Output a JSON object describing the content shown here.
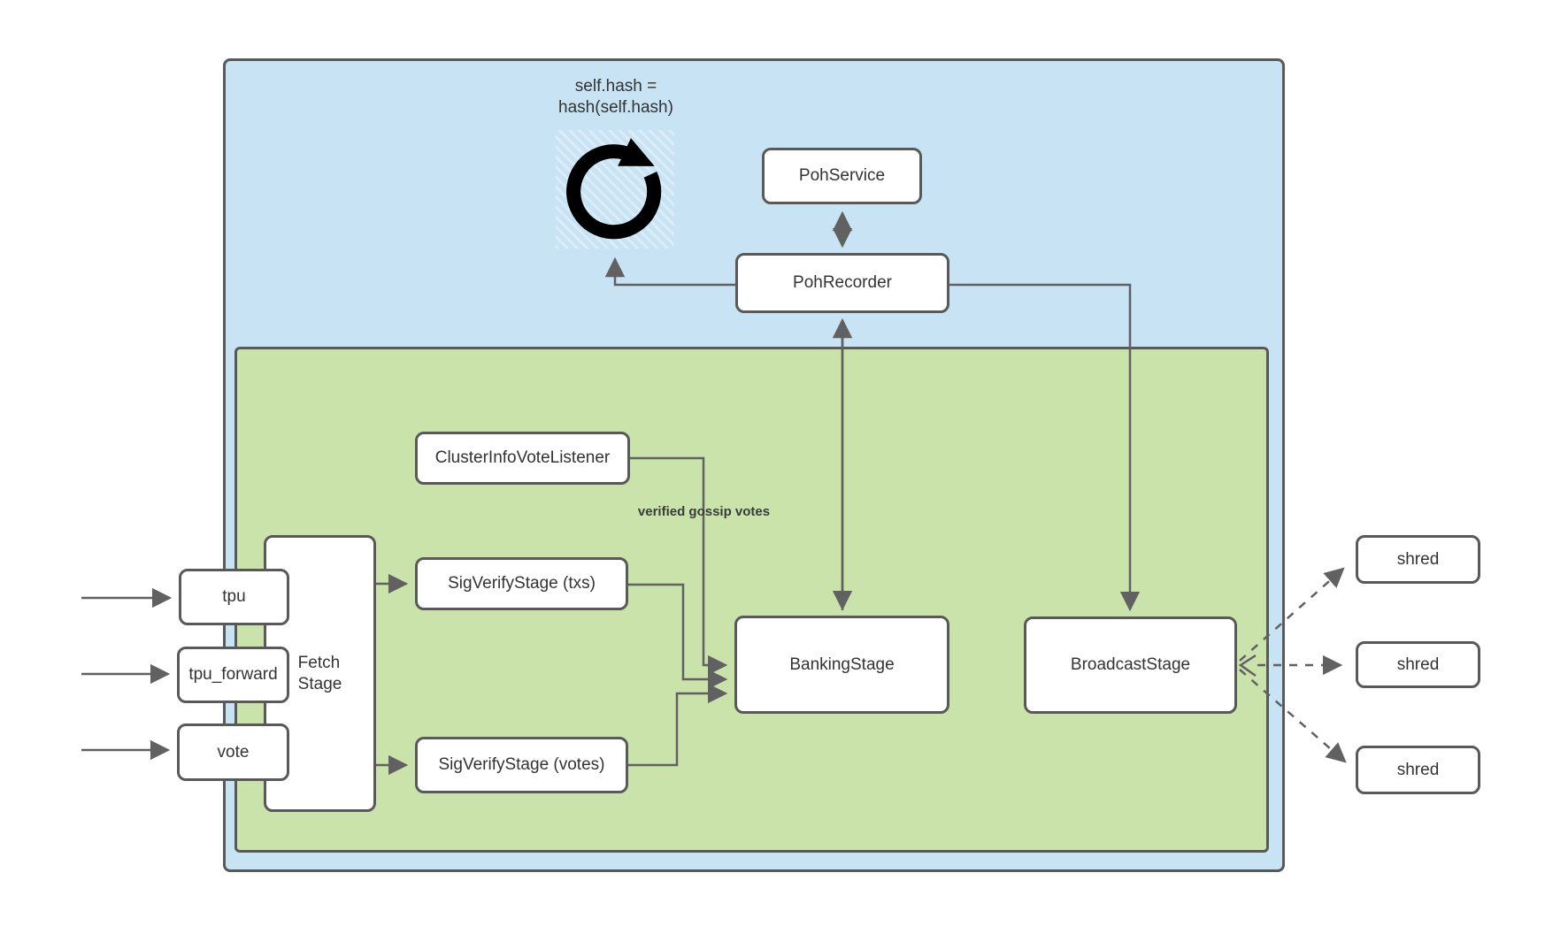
{
  "title": "TPU pipeline diagram",
  "colors": {
    "blue_region": "#c7e3f4",
    "green_region": "#c9e3ab",
    "box_border": "#595959",
    "arrow": "#616161",
    "icon": "#000000",
    "text": "#333333"
  },
  "icons": {
    "hash_loop": "clockwise-rotation-icon"
  },
  "annotations": {
    "hash_loop_line1": "self.hash =",
    "hash_loop_line2": "hash(self.hash)",
    "verified_gossip_votes": "verified gossip votes",
    "fetch_stage_line1": "Fetch",
    "fetch_stage_line2": "Stage"
  },
  "nodes": {
    "poh_service": "PohService",
    "poh_recorder": "PohRecorder",
    "cluster_info_vote_listener": "ClusterInfoVoteListener",
    "sig_verify_txs": "SigVerifyStage (txs)",
    "sig_verify_votes": "SigVerifyStage (votes)",
    "banking_stage": "BankingStage",
    "broadcast_stage": "BroadcastStage",
    "tpu": "tpu",
    "tpu_forward": "tpu_forward",
    "vote": "vote",
    "shred_top": "shred",
    "shred_middle": "shred",
    "shred_bottom": "shred"
  }
}
